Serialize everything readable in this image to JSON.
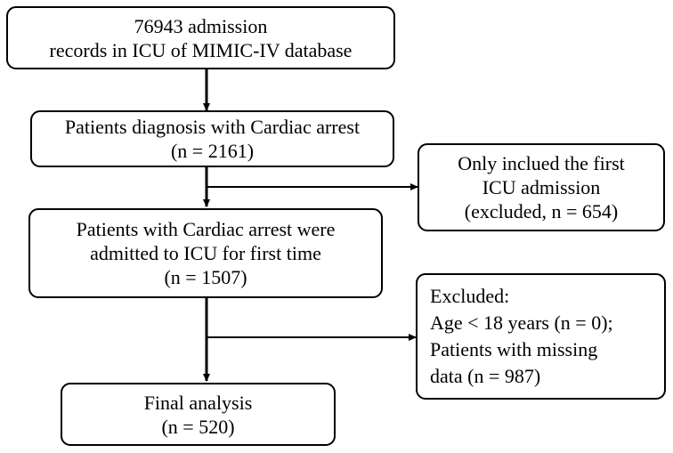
{
  "boxes": {
    "source": {
      "lines": [
        "76943 admission",
        "records in ICU of MIMIC-IV database"
      ]
    },
    "diagnosis": {
      "lines": [
        "Patients diagnosis with Cardiac arrest",
        "(n = 2161)"
      ]
    },
    "first_admission_excluded": {
      "lines": [
        "Only inclued the first",
        "ICU admission",
        "(excluded, n = 654)"
      ]
    },
    "first_time": {
      "lines": [
        "Patients with Cardiac arrest were",
        "admitted to ICU for first time",
        "(n = 1507)"
      ]
    },
    "excluded": {
      "lines": [
        "Excluded:",
        "Age < 18 years (n = 0);",
        "Patients with missing",
        "data (n = 987)"
      ]
    },
    "final": {
      "lines": [
        "Final analysis",
        "(n = 520)"
      ]
    }
  },
  "colors": {
    "stroke": "#000000",
    "background": "#ffffff"
  }
}
